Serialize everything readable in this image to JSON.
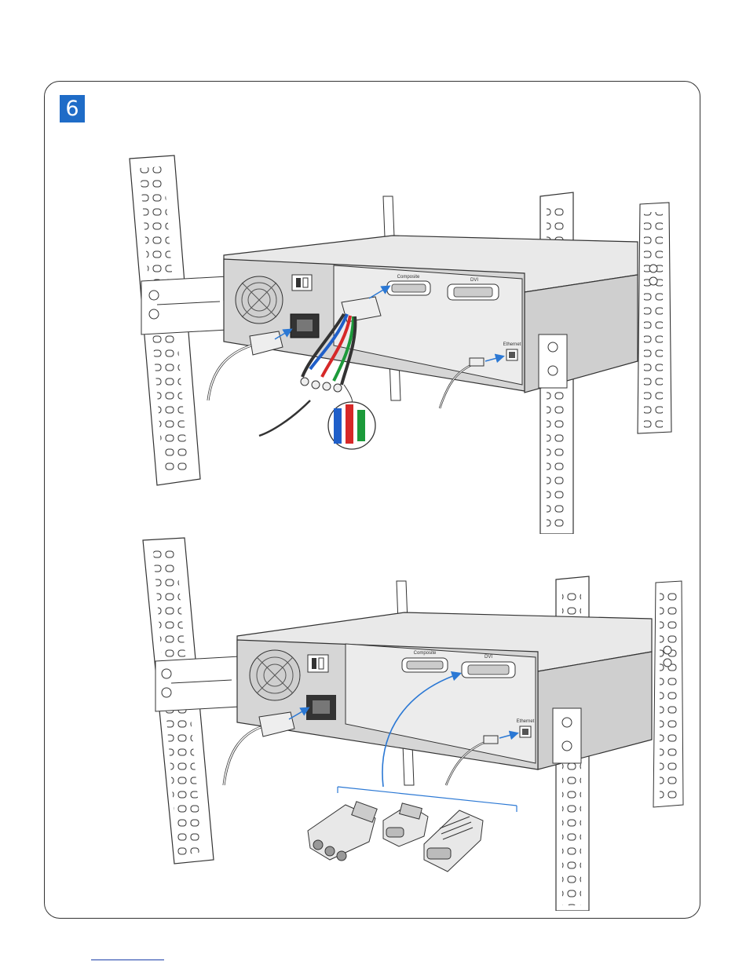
{
  "step": {
    "number": "6"
  },
  "colors": {
    "accent": "#1f6cc7",
    "arrow": "#2b78d4",
    "cable_red": "#d62828",
    "cable_green": "#1c9a3a",
    "cable_blue": "#1f5fc9",
    "chassis": "#c9c9c9",
    "panel": "#e6e6e6"
  },
  "top_panel": {
    "port_composite": "Composite",
    "port_dvi": "DVI",
    "port_ethernet": "Ethernet"
  },
  "bottom_panel": {
    "port_composite": "Composite",
    "port_dvi": "DVI",
    "port_ethernet": "Ethernet"
  },
  "icons": [
    "fan-icon",
    "power-switch-icon",
    "power-cord-icon",
    "rca-cable-icon",
    "dvi-adapter-icon",
    "vga-adapter-icon",
    "arrow-icon"
  ]
}
